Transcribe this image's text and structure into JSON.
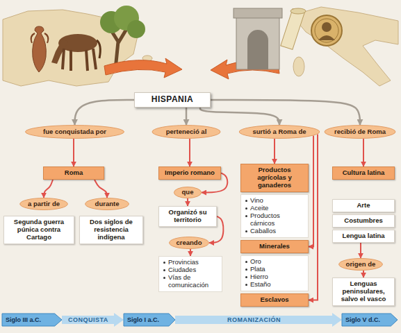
{
  "diagram": {
    "nodes": [
      {
        "text": [
          "HISPANIA"
        ]
      },
      {
        "text": [
          "fue conquistada por"
        ]
      },
      {
        "text": [
          "perteneció al"
        ]
      },
      {
        "text": [
          "surtió a Roma de"
        ]
      },
      {
        "text": [
          "recibió de Roma"
        ]
      },
      {
        "text": [
          "Roma"
        ]
      },
      {
        "text": [
          "Imperio romano"
        ]
      },
      {
        "text": [
          "Productos agrícolas y ganaderos"
        ]
      },
      {
        "text": [
          "Cultura latina"
        ]
      },
      {
        "text": [
          "a partir de"
        ]
      },
      {
        "text": [
          "durante"
        ]
      },
      {
        "text": [
          "Segunda guerra púnica contra Cartago"
        ]
      },
      {
        "text": [
          "Dos siglos de resistencia indígena"
        ]
      },
      {
        "text": [
          "que"
        ]
      },
      {
        "text": [
          "Organizó su territorio"
        ]
      },
      {
        "text": [
          "creando"
        ]
      },
      {
        "text": [
          "Provincias",
          "Ciudades",
          "Vías de comunicación"
        ]
      },
      {
        "text": [
          "Vino",
          "Aceite",
          "Productos cárnicos",
          "Caballos"
        ]
      },
      {
        "text": [
          "Minerales"
        ]
      },
      {
        "text": [
          "Oro",
          "Plata",
          "Hierro",
          "Estaño"
        ]
      },
      {
        "text": [
          "Esclavos"
        ]
      },
      {
        "text": [
          "Arte"
        ]
      },
      {
        "text": [
          "Costumbres"
        ]
      },
      {
        "text": [
          "Lengua latina"
        ]
      },
      {
        "text": [
          "origen de"
        ]
      },
      {
        "text": [
          "Lenguas peninsulares, salvo el vasco"
        ]
      },
      {
        "text": [
          "Siglo III a.C."
        ]
      },
      {
        "text": [
          "Siglo I a.C."
        ]
      },
      {
        "text": [
          "Siglo V d.C."
        ]
      }
    ],
    "edges": [
      {
        "from": 0,
        "to": 1,
        "arrow": "to"
      },
      {
        "from": 0,
        "to": 2,
        "arrow": "to"
      },
      {
        "from": 0,
        "to": 3,
        "arrow": "to"
      },
      {
        "from": 0,
        "to": 4,
        "arrow": "to"
      },
      {
        "from": 1,
        "to": 5,
        "arrow": "to"
      },
      {
        "from": 5,
        "to": 9,
        "arrow": "to"
      },
      {
        "from": 5,
        "to": 10,
        "arrow": "to"
      },
      {
        "from": 2,
        "to": 6,
        "arrow": "to"
      },
      {
        "from": 6,
        "to": 13,
        "arrow": "to"
      },
      {
        "from": 13,
        "to": 14,
        "arrow": "to"
      },
      {
        "from": 14,
        "to": 15,
        "arrow": "to"
      },
      {
        "from": 15,
        "to": 16,
        "arrow": "to"
      },
      {
        "from": 3,
        "to": 7,
        "arrow": "to"
      },
      {
        "from": 3,
        "to": 18,
        "arrow": "to"
      },
      {
        "from": 3,
        "to": 20,
        "arrow": "to"
      },
      {
        "from": 4,
        "to": 8,
        "arrow": "to"
      },
      {
        "from": 23,
        "to": 24,
        "arrow": "to"
      },
      {
        "from": 24,
        "to": 25,
        "arrow": "to"
      },
      {
        "from": 26,
        "to": 27,
        "label": "CONQUISTA",
        "arrow": "to"
      },
      {
        "from": 27,
        "to": 28,
        "label": "ROMANIZACIÓN",
        "arrow": "to"
      }
    ]
  }
}
